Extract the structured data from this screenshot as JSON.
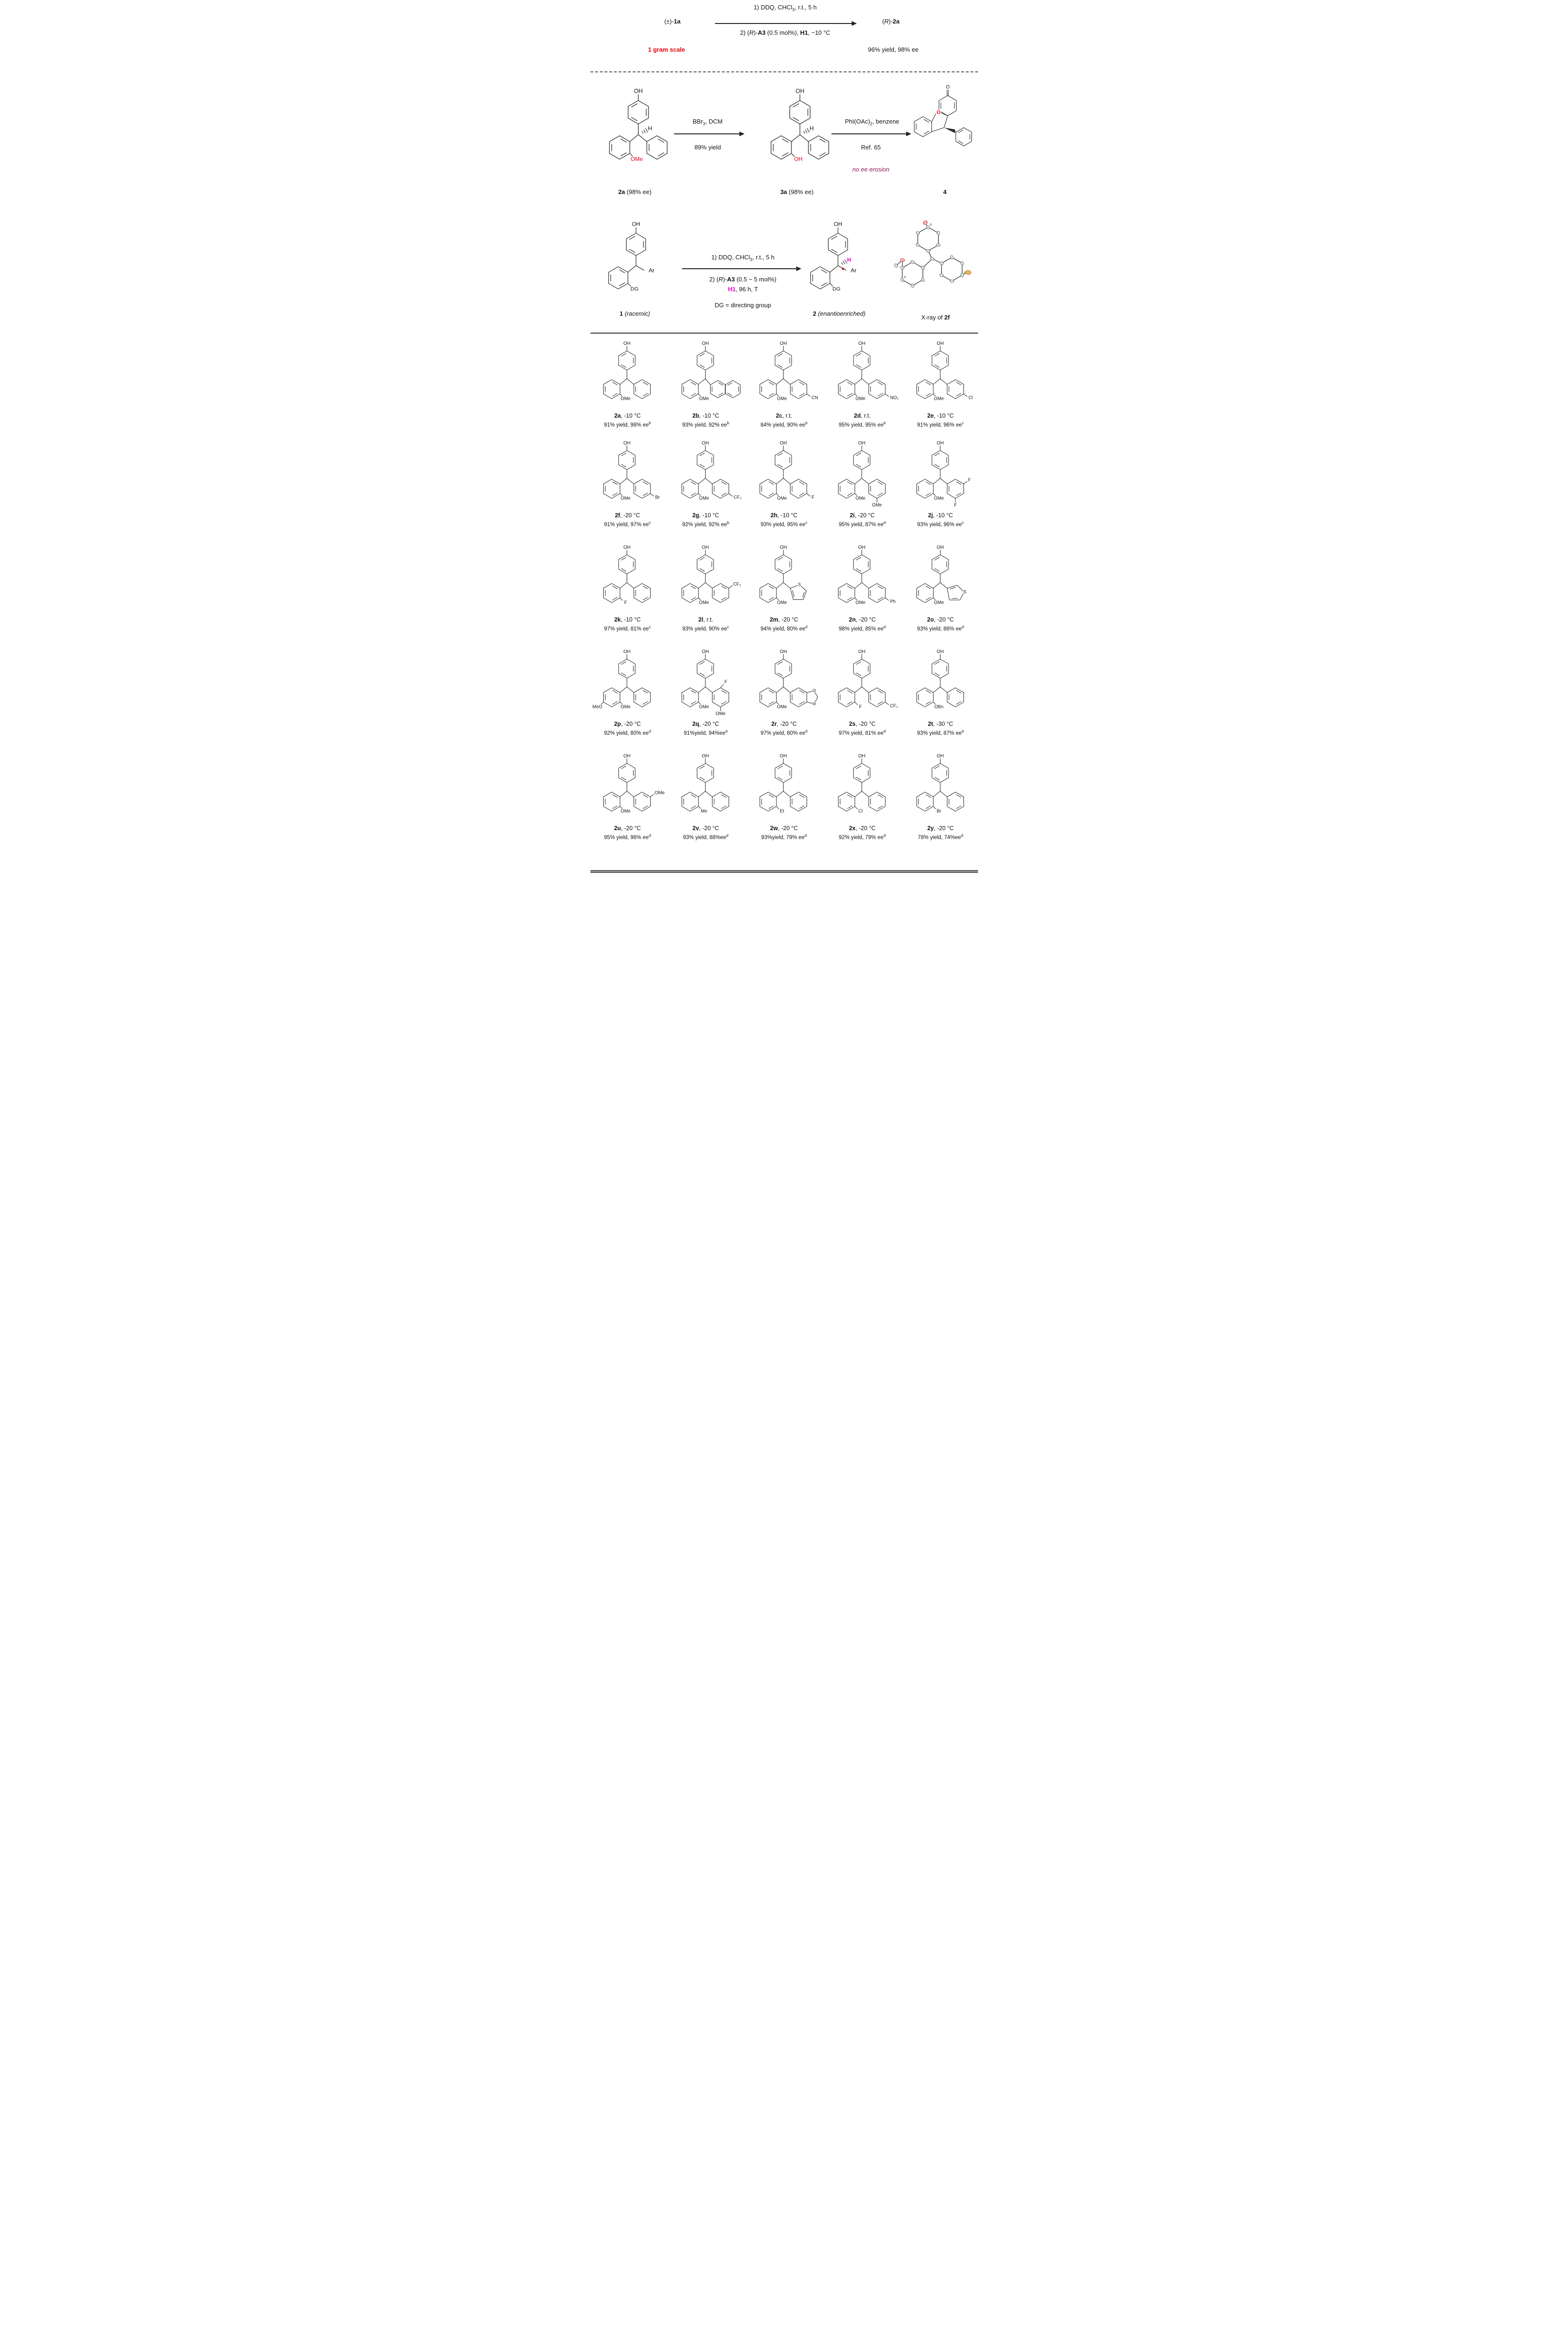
{
  "colors": {
    "red": "#e8000d",
    "magenta": "#f400d7",
    "purple": "#8b1a55",
    "ink": "#222222"
  },
  "scheme_top": {
    "reactant": [
      {
        "t": "(±)-"
      },
      {
        "b": "1a"
      }
    ],
    "cond_above": [
      {
        "t": "1) DDQ, CHCl"
      },
      {
        "sub": "3"
      },
      {
        "t": ", r.t., 5 h"
      }
    ],
    "cond_below": [
      {
        "t": "2) ("
      },
      {
        "i": "R"
      },
      {
        "t": ")-"
      },
      {
        "b": "A3"
      },
      {
        "t": " (0.5 mol%), "
      },
      {
        "b": "H1"
      },
      {
        "t": ", −10 °C"
      }
    ],
    "scale_note": "1 gram scale",
    "product": [
      {
        "t": "("
      },
      {
        "i": "R"
      },
      {
        "t": ")-"
      },
      {
        "b": "2a"
      }
    ],
    "result": "96% yield, 98% ee"
  },
  "scheme_deprotection": {
    "start_label": [
      {
        "b": "2a"
      },
      {
        "t": " (98% ee)"
      }
    ],
    "step1_above": [
      {
        "t": "BBr"
      },
      {
        "sub": "3"
      },
      {
        "t": ", DCM"
      }
    ],
    "step1_below": "89% yield",
    "mid_label": [
      {
        "b": "3a"
      },
      {
        "t": " (98% ee)"
      }
    ],
    "step2_above": [
      {
        "t": "PhI(OAc)"
      },
      {
        "sub": "2"
      },
      {
        "t": ", benzene"
      }
    ],
    "step2_below": "Ref. 65",
    "step2_note": "no ee erosion",
    "product_label": [
      {
        "b": "4"
      }
    ],
    "structures": {
      "s2a": {
        "oh": "OH",
        "h": "H",
        "hstyle": "wedge",
        "dg": "OMe",
        "dgRed": true,
        "ar": {
          "type": "hex",
          "subs": []
        }
      },
      "s3a": {
        "oh": "OH",
        "h": "H",
        "hstyle": "wedge",
        "dg": "OH",
        "dgRed": true,
        "ar": {
          "type": "hex",
          "subs": []
        }
      }
    },
    "labels_4": {
      "carbonyl_o": "O",
      "ring_o": "O"
    }
  },
  "scheme_general": {
    "substrate_label": [
      {
        "b": "1"
      },
      {
        "t": " "
      },
      {
        "i": "(racemic)"
      }
    ],
    "cond_above": [
      {
        "t": "1) DDQ, CHCl"
      },
      {
        "sub": "3"
      },
      {
        "t": ", r.t., 5 h"
      }
    ],
    "cond_below1": [
      {
        "t": "2) ("
      },
      {
        "i": "R"
      },
      {
        "t": ")-"
      },
      {
        "b": "A3"
      },
      {
        "t": " (0.5 − 5 mol%)"
      }
    ],
    "cond_below2": [
      {
        "bc": "H1"
      },
      {
        "t": ", 96 h, T"
      }
    ],
    "dg_note": "DG = directing group",
    "product_label": [
      {
        "b": "2"
      },
      {
        "t": " "
      },
      {
        "i": "(enantioenriched)"
      }
    ],
    "xray_caption": [
      {
        "t": "X-ray of "
      },
      {
        "b": "2f"
      }
    ],
    "structures": {
      "s1": {
        "oh": "OH",
        "hstyle": "none",
        "dg": "DG",
        "ar": {
          "type": "text",
          "t": "Ar"
        }
      },
      "s2": {
        "oh": "OH",
        "h": "H",
        "hstyle": "magenta",
        "star": "*",
        "dg": "DG",
        "ar": {
          "type": "text",
          "t": "Ar"
        }
      }
    }
  },
  "scope": {
    "common_labels": {
      "oh": "OH",
      "h": "H",
      "s": "S",
      "o": "O"
    },
    "compounds": [
      {
        "id": "2a",
        "temp": ", -10 °C",
        "result": "91% yield, 98% ee",
        "sup": "b",
        "dg": "OMe",
        "ar": {
          "type": "hex",
          "subs": []
        }
      },
      {
        "id": "2b",
        "temp": ", -10 °C",
        "result": "93% yield, 92% ee",
        "sup": "b",
        "dg": "OMe",
        "ar": {
          "type": "naph",
          "subs": []
        }
      },
      {
        "id": "2c",
        "temp": ", r.t.",
        "result": "84% yield, 90% ee",
        "sup": "b",
        "dg": "OMe",
        "ar": {
          "type": "hex",
          "subs": [
            {
              "t": "CN",
              "p": "pr"
            }
          ]
        }
      },
      {
        "id": "2d",
        "temp": ", r.t.",
        "result": "95% yield, 95% ee",
        "sup": "b",
        "dg": "OMe",
        "ar": {
          "type": "hex",
          "subs": [
            {
              "t": "NO₂",
              "p": "pr"
            }
          ]
        }
      },
      {
        "id": "2e",
        "temp": ", -10 °C",
        "result": "91% yield, 96% ee",
        "sup": "c",
        "dg": "OMe",
        "ar": {
          "type": "hex",
          "subs": [
            {
              "t": "Cl",
              "p": "pr"
            }
          ]
        }
      },
      {
        "id": "2f",
        "temp": ", -20 °C",
        "result": "91% yield, 97% ee",
        "sup": "c",
        "dg": "OMe",
        "ar": {
          "type": "hex",
          "subs": [
            {
              "t": "Br",
              "p": "pr"
            }
          ]
        }
      },
      {
        "id": "2g",
        "temp": ", -10 °C",
        "result": "92% yield, 92% ee",
        "sup": "b",
        "dg": "OMe",
        "ar": {
          "type": "hex",
          "subs": [
            {
              "t": "CF₃",
              "p": "pr"
            }
          ]
        }
      },
      {
        "id": "2h",
        "temp": ", -10 °C",
        "result": "93% yield, 95% ee",
        "sup": "c",
        "dg": "OMe",
        "ar": {
          "type": "hex",
          "subs": [
            {
              "t": "F",
              "p": "pr"
            }
          ]
        }
      },
      {
        "id": "2i",
        "temp": ", -20 °C",
        "result": "95% yield, 87% ee",
        "sup": "d",
        "dg": "OMe",
        "ar": {
          "type": "hex",
          "subs": [
            {
              "t": "OMe",
              "p": "pb"
            }
          ]
        }
      },
      {
        "id": "2j",
        "temp": ", -10 °C",
        "result": "93% yield, 96% ee",
        "sup": "c",
        "dg": "OMe",
        "ar": {
          "type": "hex",
          "subs": [
            {
              "t": "F",
              "p": "mt"
            },
            {
              "t": "F",
              "p": "pb"
            }
          ]
        }
      },
      {
        "id": "2k",
        "temp": ", -10 °C",
        "result": "97% yield, 81% ee",
        "sup": "c",
        "dg": "F",
        "ar": {
          "type": "hex",
          "subs": []
        }
      },
      {
        "id": "2l",
        "temp": ", r.t.",
        "result": "93% yield, 90% ee",
        "sup": "c",
        "dg": "OMe",
        "ar": {
          "type": "hex",
          "subs": [
            {
              "t": "CF₃",
              "p": "mt"
            }
          ]
        }
      },
      {
        "id": "2m",
        "temp": ", -20 °C",
        "result": "94% yield, 80%  ee",
        "sup": "d",
        "dg": "OMe",
        "ar": {
          "type": "th2",
          "subs": []
        }
      },
      {
        "id": "2n",
        "temp": ", -20 °C",
        "result": "98% yield, 85% ee",
        "sup": "d",
        "dg": "OMe",
        "ar": {
          "type": "hex",
          "subs": [
            {
              "t": "Ph",
              "p": "pr"
            }
          ]
        }
      },
      {
        "id": "2o",
        "temp": ", -20 °C",
        "result": "93% yield, 86% ee",
        "sup": "d",
        "dg": "OMe",
        "ar": {
          "type": "th3",
          "subs": []
        }
      },
      {
        "id": "2p",
        "temp": ", -20 °C",
        "result": "92% yield, 80% ee",
        "sup": "d",
        "dg": "OMe",
        "dg2": "MeO",
        "ar": {
          "type": "hex",
          "subs": []
        }
      },
      {
        "id": "2q",
        "temp": ", -20 °C",
        "result": "91%yield, 94%ee",
        "sup": "e",
        "dg": "OMe",
        "ar": {
          "type": "hex",
          "subs": [
            {
              "t": "F",
              "p": "ot"
            },
            {
              "t": "OMe",
              "p": "pb"
            }
          ]
        }
      },
      {
        "id": "2r",
        "temp": ", -20 °C",
        "result": "97% yield, 80% ee",
        "sup": "d",
        "dg": "OMe",
        "ar": {
          "type": "diox",
          "subs": []
        }
      },
      {
        "id": "2s",
        "temp": ", -20 °C",
        "result": "97% yield, 81% ee",
        "sup": "d",
        "dg": "F",
        "ar": {
          "type": "hex",
          "subs": [
            {
              "t": "CF₃",
              "p": "pr"
            }
          ]
        }
      },
      {
        "id": "2t",
        "temp": ", -30 °C",
        "result": "93% yield, 87% ee",
        "sup": "e",
        "dg": "OBn",
        "ar": {
          "type": "hex",
          "subs": []
        }
      },
      {
        "id": "2u",
        "temp": ", -20 °C",
        "result": "95% yield, 96% ee",
        "sup": "d",
        "dg": "OMe",
        "ar": {
          "type": "hex",
          "subs": [
            {
              "t": "OMe",
              "p": "mt"
            }
          ]
        }
      },
      {
        "id": "2v",
        "temp": ", -20 °C",
        "result": "93% yield, 88%ee",
        "sup": "d",
        "dg": "Me",
        "ar": {
          "type": "hex",
          "subs": []
        }
      },
      {
        "id": "2w",
        "temp": ", -20 °C",
        "result": "93%yield, 79% ee",
        "sup": "d",
        "dg": "Et",
        "ar": {
          "type": "hex",
          "subs": []
        }
      },
      {
        "id": "2x",
        "temp": ", -20 °C",
        "result": "92% yield, 79% ee",
        "sup": "d",
        "dg": "Cl",
        "ar": {
          "type": "hex",
          "subs": []
        }
      },
      {
        "id": "2y",
        "temp": ", -20 °C",
        "result": "78% yield, 74%ee",
        "sup": "d",
        "dg": "Br",
        "ar": {
          "type": "hex",
          "subs": []
        }
      }
    ]
  }
}
